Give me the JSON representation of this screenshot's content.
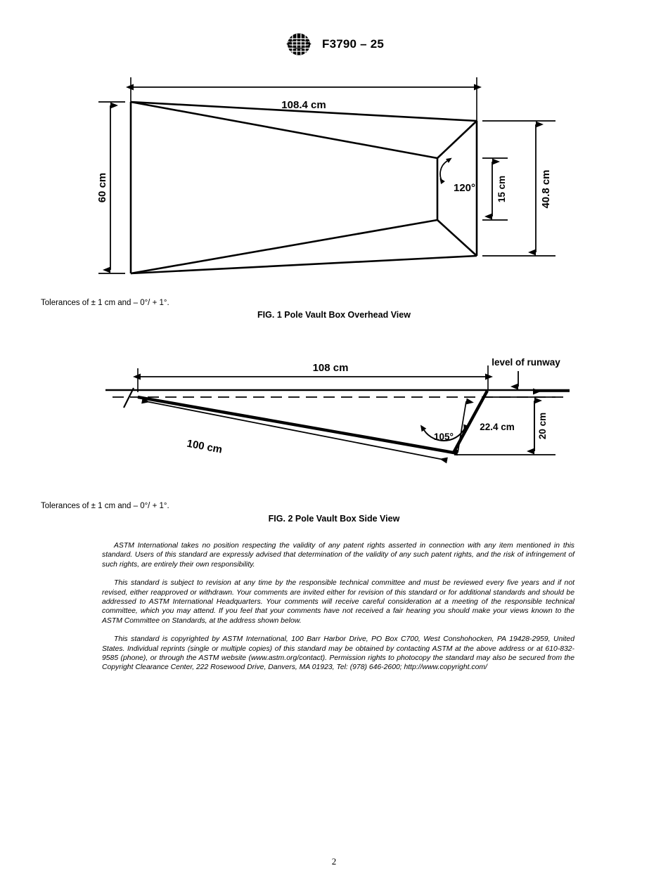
{
  "header": {
    "logo_name": "astm-logo",
    "designation": "F3790 – 25"
  },
  "figure1": {
    "caption": "FIG. 1 Pole Vault Box Overhead View",
    "tolerance_note": "Tolerances of ± 1 cm and – 0°/ + 1°.",
    "dimensions": {
      "length": "108.4 cm",
      "width_left": "60 cm",
      "width_right_inner": "15 cm",
      "width_right_outer": "40.8 cm",
      "angle": "120°"
    }
  },
  "figure2": {
    "caption": "FIG. 2 Pole Vault Box Side View",
    "tolerance_note": "Tolerances of ± 1 cm and – 0°/ + 1°.",
    "dimensions": {
      "length": "108 cm",
      "slope_length": "100 cm",
      "angle": "105°",
      "stopboard_height": "22.4 cm",
      "depth": "20 cm"
    },
    "labels": {
      "runway": "level of runway"
    }
  },
  "legal": {
    "paragraphs": [
      "ASTM International takes no position respecting the validity of any patent rights asserted in connection with any item mentioned in this standard. Users of this standard are expressly advised that determination of the validity of any such patent rights, and the risk of infringement of such rights, are entirely their own responsibility.",
      "This standard is subject to revision at any time by the responsible technical committee and must be reviewed every five years and if not revised, either reapproved or withdrawn. Your comments are invited either for revision of this standard or for additional standards and should be addressed to ASTM International Headquarters. Your comments will receive careful consideration at a meeting of the responsible technical committee, which you may attend. If you feel that your comments have not received a fair hearing you should make your views known to the ASTM Committee on Standards, at the address shown below.",
      "This standard is copyrighted by ASTM International, 100 Barr Harbor Drive, PO Box C700, West Conshohocken, PA 19428-2959, United States. Individual reprints (single or multiple copies) of this standard may be obtained by contacting ASTM at the above address or at 610-832-9585 (phone), or through the ASTM website (www.astm.org/contact). Permission rights to photocopy the standard may also be secured from the Copyright Clearance Center, 222 Rosewood Drive, Danvers, MA 01923, Tel: (978) 646-2600; http://www.copyright.com/"
    ]
  },
  "footer": {
    "page_number": "2"
  }
}
